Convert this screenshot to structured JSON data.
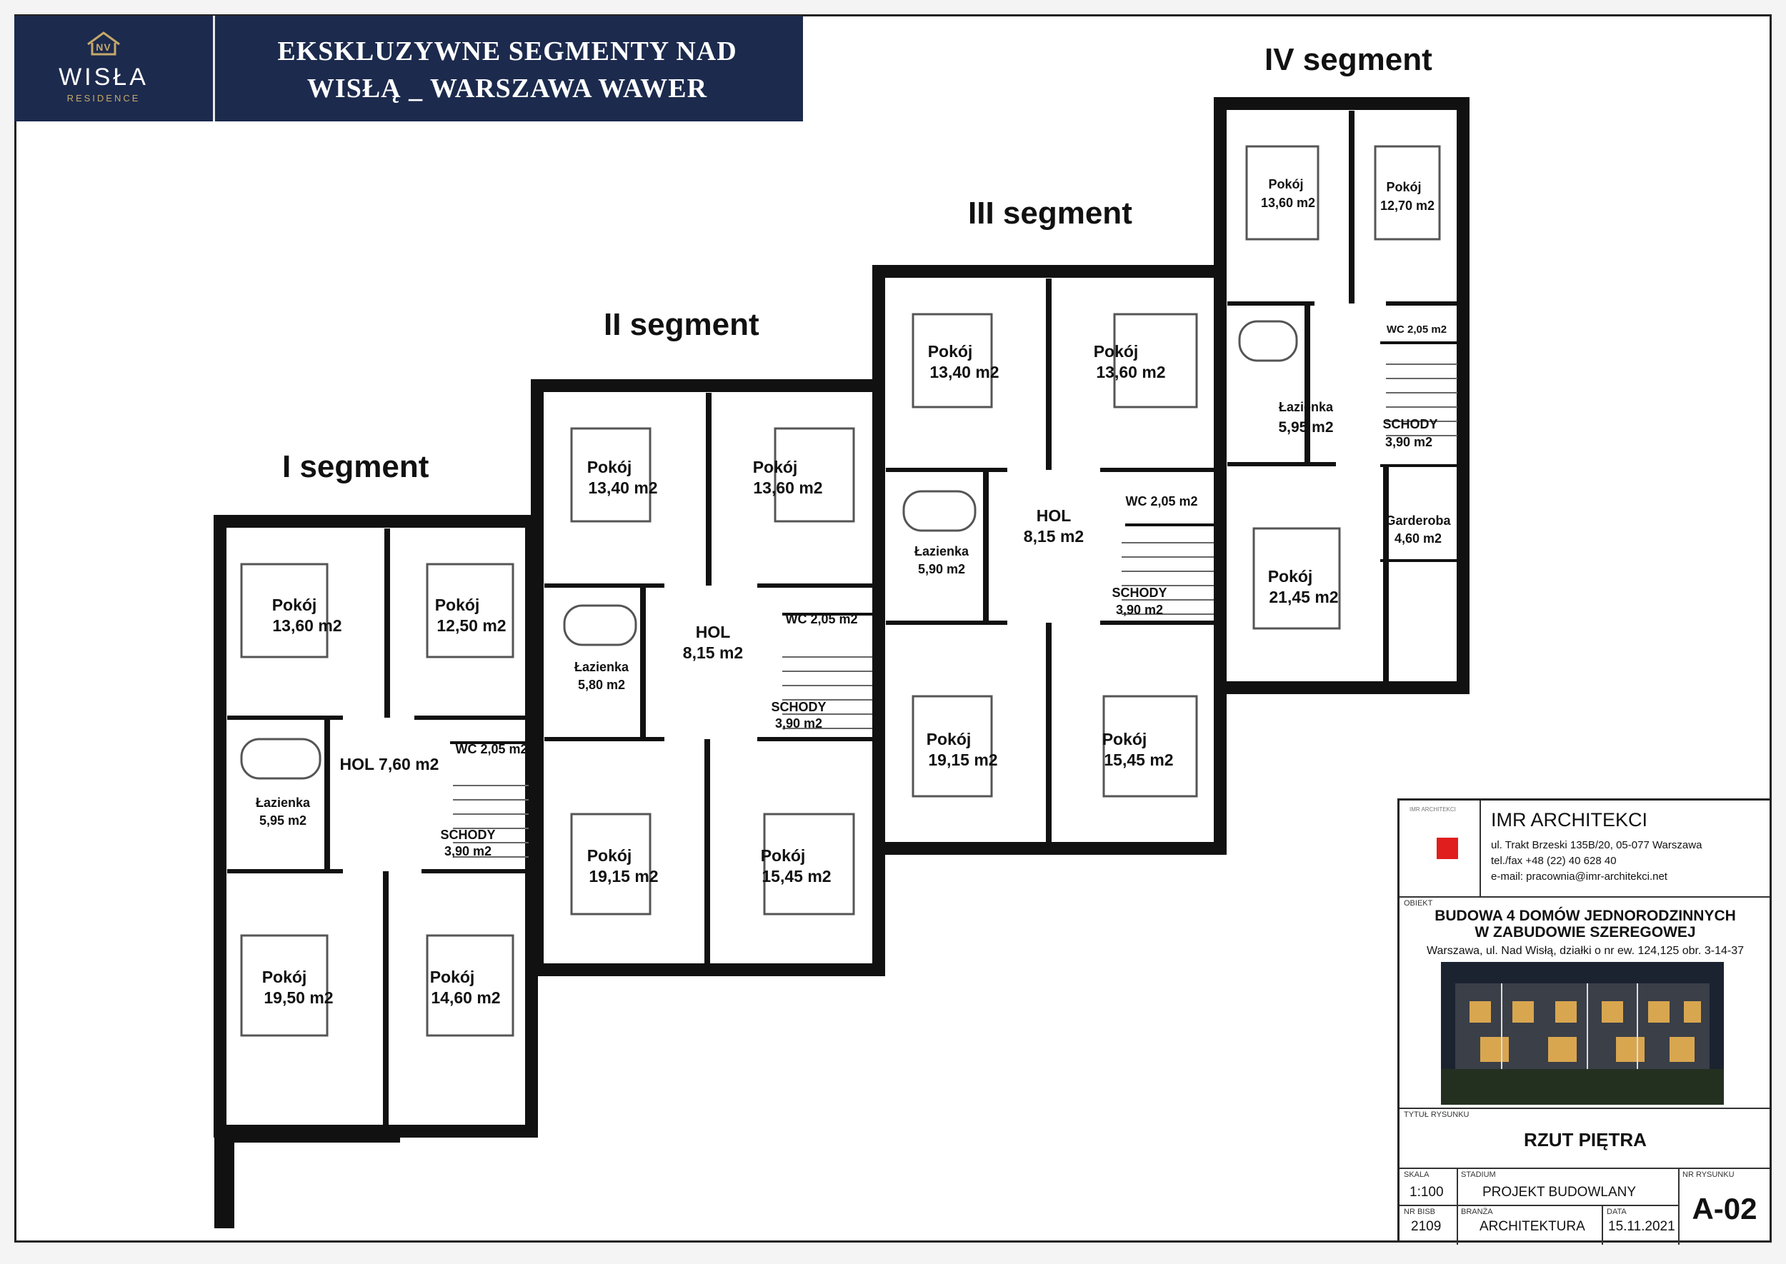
{
  "header": {
    "logo_initials": "NV",
    "logo_name": "WISŁA",
    "logo_sub": "RESIDENCE",
    "title_line1": "EKSKLUZYWNE SEGMENTY NAD",
    "title_line2": "WISŁĄ _ WARSZAWA WAWER",
    "bg_color": "#1c2a4d",
    "accent_color": "#c6a96a"
  },
  "segments": {
    "s1": "I segment",
    "s2": "II segment",
    "s3": "III segment",
    "s4": "IV segment"
  },
  "rooms": {
    "s1": {
      "p1_n": "Pokój",
      "p1_a": "13,60 m2",
      "p2_n": "Pokój",
      "p2_a": "12,50 m2",
      "hol": "HOL 7,60 m2",
      "wc": "WC 2,05 m2",
      "laz_n": "Łazienka",
      "laz_a": "5,95 m2",
      "sch_n": "SCHODY",
      "sch_a": "3,90 m2",
      "p3_n": "Pokój",
      "p3_a": "19,50 m2",
      "p4_n": "Pokój",
      "p4_a": "14,60 m2"
    },
    "s2": {
      "p1_n": "Pokój",
      "p1_a": "13,40 m2",
      "p2_n": "Pokój",
      "p2_a": "13,60 m2",
      "hol_n": "HOL",
      "hol_a": "8,15 m2",
      "wc": "WC 2,05 m2",
      "laz_n": "Łazienka",
      "laz_a": "5,80 m2",
      "sch_n": "SCHODY",
      "sch_a": "3,90 m2",
      "p3_n": "Pokój",
      "p3_a": "19,15 m2",
      "p4_n": "Pokój",
      "p4_a": "15,45 m2"
    },
    "s3": {
      "p1_n": "Pokój",
      "p1_a": "13,40 m2",
      "p2_n": "Pokój",
      "p2_a": "13,60 m2",
      "hol_n": "HOL",
      "hol_a": "8,15 m2",
      "wc": "WC 2,05 m2",
      "laz_n": "Łazienka",
      "laz_a": "5,90 m2",
      "sch_n": "SCHODY",
      "sch_a": "3,90 m2",
      "p3_n": "Pokój",
      "p3_a": "19,15 m2",
      "p4_n": "Pokój",
      "p4_a": "15,45 m2"
    },
    "s4": {
      "p1_n": "Pokój",
      "p1_a": "13,60 m2",
      "p2_n": "Pokój",
      "p2_a": "12,70 m2",
      "wc": "WC 2,05 m2",
      "laz_n": "Łazienka",
      "laz_a": "5,95 m2",
      "sch_n": "SCHODY",
      "sch_a": "3,90 m2",
      "gar_n": "Garderoba",
      "gar_a": "4,60 m2",
      "p3_n": "Pokój",
      "p3_a": "21,45 m2"
    }
  },
  "title_block": {
    "firm_side_text": "IMR ARCHITEKCI",
    "firm": "IMR ARCHITEKCI",
    "address": "ul. Trakt Brzeski 135B/20, 05-077 Warszawa",
    "phone": "tel./fax +48 (22) 40 628 40",
    "email": "e-mail: pracownia@imr-architekci.net",
    "obiekt_label": "OBIEKT",
    "object_line1": "BUDOWA 4 DOMÓW JEDNORODZINNYCH",
    "object_line2": "W ZABUDOWIE SZEREGOWEJ",
    "location": "Warszawa, ul. Nad Wisłą, działki o nr ew. 124,125 obr. 3-14-37",
    "tytul_label": "TYTUŁ RYSUNKU",
    "drawing_title": "RZUT PIĘTRA",
    "skala_label": "SKALA",
    "scale": "1:100",
    "stadium_label": "STADIUM",
    "stadium": "PROJEKT BUDOWLANY",
    "nr_label": "NR RYSUNKU",
    "drawing_no": "A-02",
    "nr_bisb_label": "NR BISB",
    "nr_bisb": "2109",
    "branza_label": "BRANŻA",
    "branza": "ARCHITEKTURA",
    "data_label": "DATA",
    "date": "15.11.2021",
    "logo_color": "#e01e1e"
  }
}
